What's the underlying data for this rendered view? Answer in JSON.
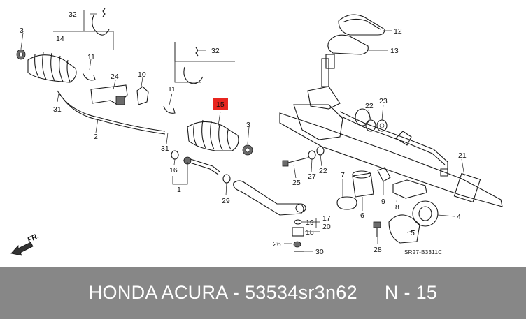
{
  "callouts": {
    "p1": "1",
    "p2": "2",
    "p3a": "3",
    "p3b": "3",
    "p4": "4",
    "p5": "5",
    "p6": "6",
    "p7": "7",
    "p8": "8",
    "p9": "9",
    "p10": "10",
    "p11a": "11",
    "p11b": "11",
    "p12": "12",
    "p13": "13",
    "p14": "14",
    "p15": "15",
    "p16": "16",
    "p17": "17",
    "p18": "18",
    "p19": "19",
    "p20": "20",
    "p21": "21",
    "p22a": "22",
    "p22b": "22",
    "p23": "23",
    "p24": "24",
    "p25": "25",
    "p26": "26",
    "p27": "27",
    "p28": "28",
    "p29": "29",
    "p30": "30",
    "p31a": "31",
    "p31b": "31",
    "p32a": "32",
    "p32b": "32"
  },
  "front_marker": "FR.",
  "diagram_code": "SR27-B3311C",
  "highlight_color": "#e8251f",
  "footer": {
    "text": "HONDA ACURA - 53534sr3n62     N - 15",
    "background": "#878787"
  }
}
